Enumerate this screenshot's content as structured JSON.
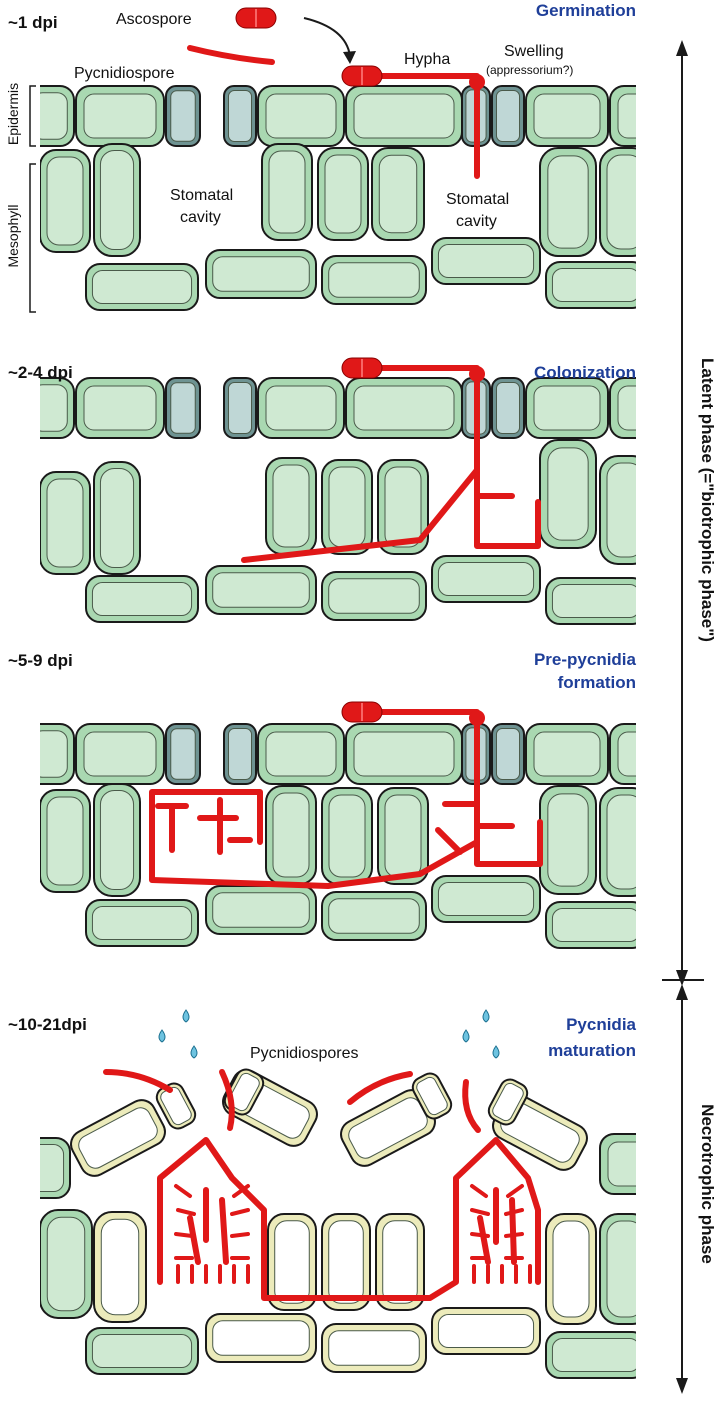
{
  "colors": {
    "cell_fill": "#a9d8b1",
    "cell_inner": "#cfe9d2",
    "guard_fill": "#6e9392",
    "guard_inner": "#bfd7d6",
    "hypha": "#e01818",
    "necrotic_fill": "#ecebbb",
    "necrotic_inner": "#ffffff",
    "title_blue": "#1f3f99",
    "water": "#6ec3e0",
    "outline": "#1a1a1a"
  },
  "panels": [
    {
      "time": "~1 dpi",
      "stage": [
        "Germination"
      ],
      "labels": {
        "ascospore": "Ascospore",
        "hypha": "Hypha",
        "swelling": "Swelling",
        "appressorium": "(appressorium?)",
        "pycnidiospore": "Pycnidiospore",
        "stomatal_cavity_left": [
          "Stomatal",
          "cavity"
        ],
        "stomatal_cavity_right": [
          "Stomatal",
          "cavity"
        ],
        "epidermis": "Epidermis",
        "mesophyll": "Mesophyll"
      }
    },
    {
      "time": "~2-4 dpi",
      "stage": [
        "Colonization"
      ]
    },
    {
      "time": "~5-9 dpi",
      "stage": [
        "Pre-pycnidia",
        "formation"
      ]
    },
    {
      "time": "~10-21dpi",
      "stage": [
        "Pycnidia",
        "maturation"
      ],
      "labels": {
        "pycnidiospores": "Pycnidiospores"
      }
    }
  ],
  "phases": {
    "latent": "Latent phase (=\"biotrophic phase\")",
    "necrotrophic": "Necrotrophic phase"
  }
}
